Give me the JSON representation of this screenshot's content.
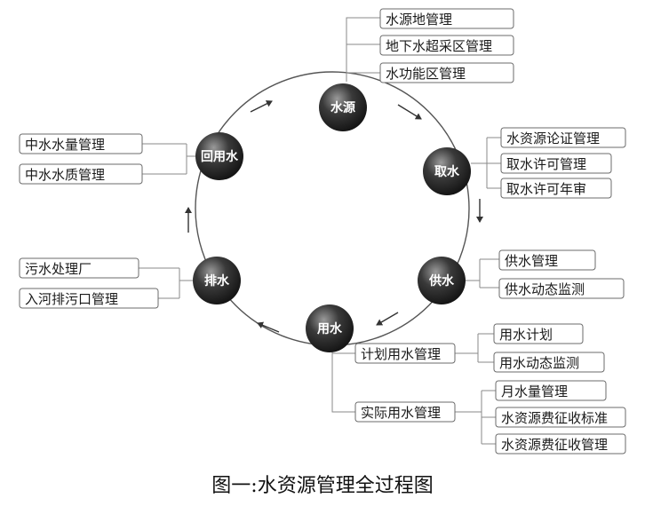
{
  "nodes": {
    "source": "水源",
    "intake": "取水",
    "supply": "供水",
    "use": "用水",
    "drain": "排水",
    "reuse": "回用水"
  },
  "branches": {
    "source": [
      "水源地管理",
      "地下水超采区管理",
      "水功能区管理"
    ],
    "intake": [
      "水资源论证管理",
      "取水许可管理",
      "取水许可年审"
    ],
    "supply": [
      "供水管理",
      "供水动态监测"
    ],
    "reuse": [
      "中水水量管理",
      "中水水质管理"
    ],
    "drain": [
      "污水处理厂",
      "入河排污口管理"
    ],
    "use_plan": {
      "label": "计划用水管理",
      "children": [
        "用水计划",
        "用水动态监测"
      ]
    },
    "use_actual": {
      "label": "实际用水管理",
      "children": [
        "月水量管理",
        "水资源费征收标准",
        "水资源费征收管理"
      ]
    }
  },
  "caption": "图一:水资源管理全过程图",
  "colors": {
    "node_dark": "#1f1f1f",
    "node_light": "#8c8c8c",
    "box_border": "#6b6b6b",
    "line": "#8a8a8a"
  }
}
